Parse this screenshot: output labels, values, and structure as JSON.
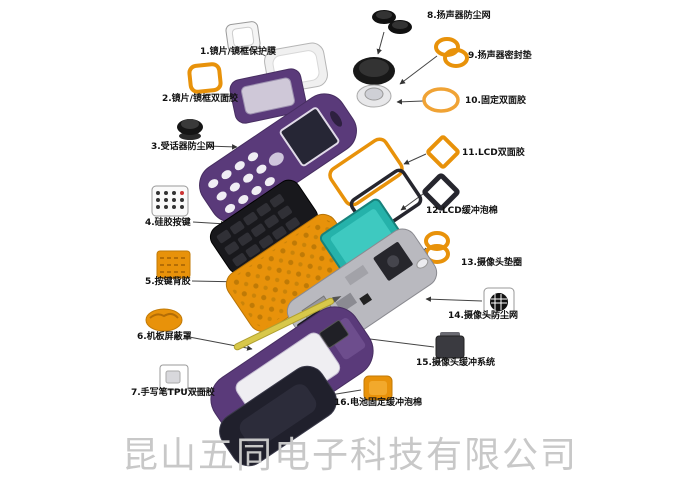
{
  "company": {
    "name": "昆山五同电子科技有限公司"
  },
  "labels": [
    {
      "num": "1",
      "text": "1.镜片/镜框保护膜"
    },
    {
      "num": "2",
      "text": "2.镜片/镜框双面胶"
    },
    {
      "num": "3",
      "text": "3.受话器防尘网"
    },
    {
      "num": "4",
      "text": "4.硅胶按键"
    },
    {
      "num": "5",
      "text": "5.按键背胶"
    },
    {
      "num": "6",
      "text": "6.机板屏蔽罩"
    },
    {
      "num": "7",
      "text": "7.手写笔TPU双面胶"
    },
    {
      "num": "8",
      "text": "8.扬声器防尘网"
    },
    {
      "num": "9",
      "text": "9.扬声器密封垫"
    },
    {
      "num": "10",
      "text": "10.固定双面胶"
    },
    {
      "num": "11",
      "text": "11.LCD双面胶"
    },
    {
      "num": "12",
      "text": "12.LCD缓冲泡棉"
    },
    {
      "num": "13",
      "text": "13.摄像头垫圈"
    },
    {
      "num": "14",
      "text": "14.摄像头防尘网"
    },
    {
      "num": "15",
      "text": "15.摄像头缓冲系统"
    },
    {
      "num": "16",
      "text": "16.电池固定缓冲泡棉"
    }
  ],
  "colors": {
    "housing_purple": "#5a3a7a",
    "accent_orange": "#e8920a",
    "lcd_teal": "#25b2aa",
    "label_text": "#111111",
    "company_text": "#c8c8c8"
  }
}
